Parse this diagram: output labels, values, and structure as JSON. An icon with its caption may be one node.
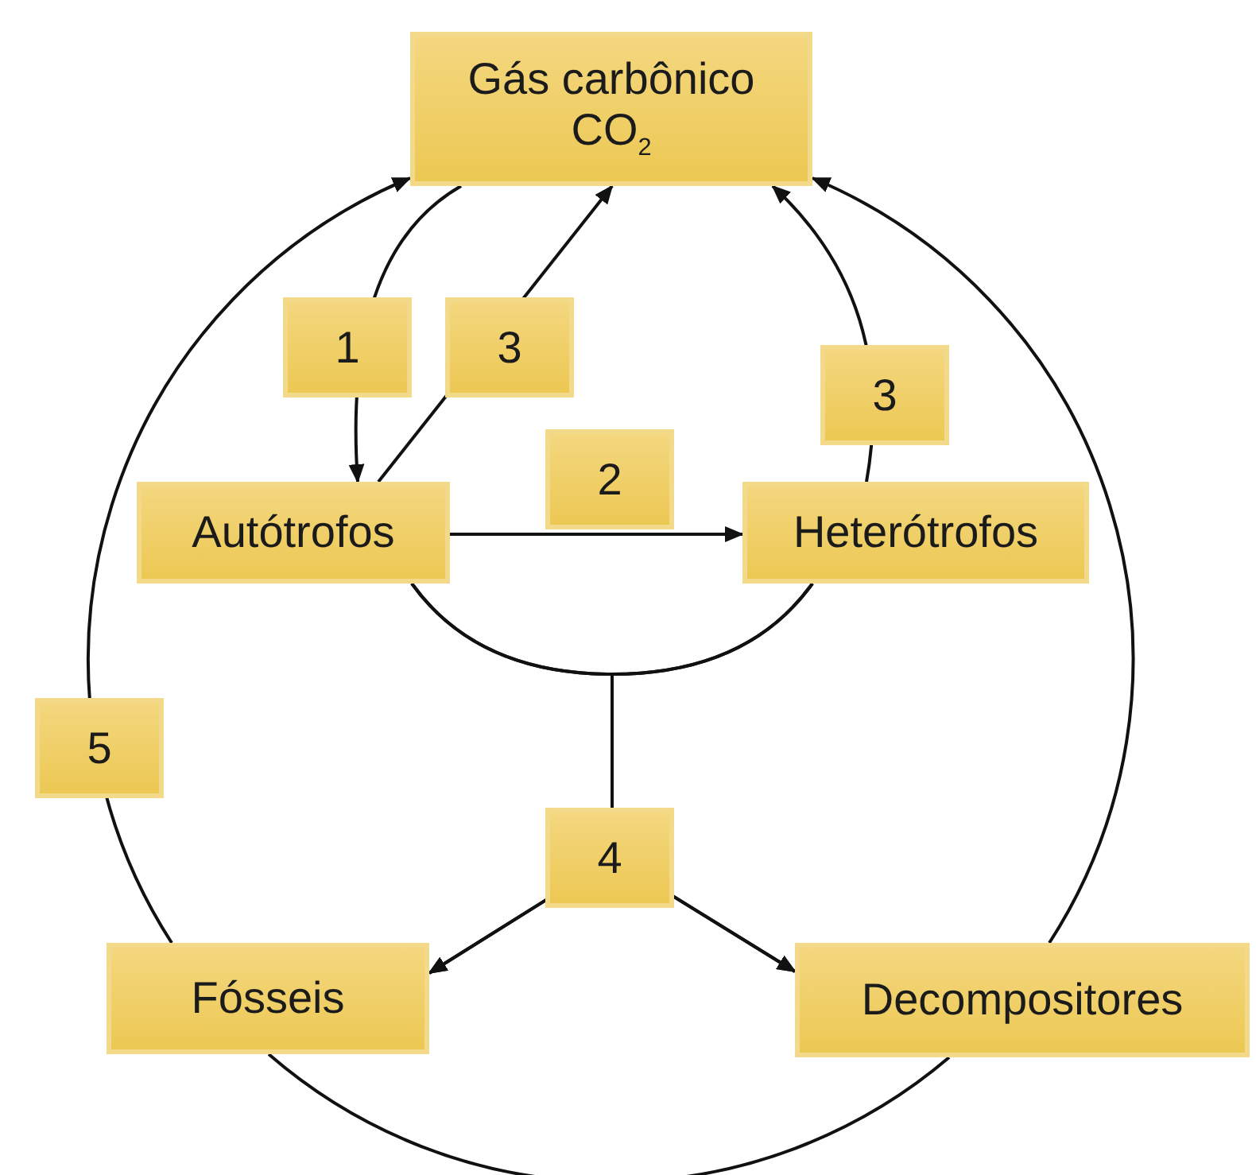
{
  "diagram": {
    "nodes": [
      {
        "text": [
          "Gás carbônico",
          "CO$_{2}$"
        ]
      },
      {
        "text": [
          "Autótrofos"
        ]
      },
      {
        "text": [
          "Heterótrofos"
        ]
      },
      {
        "text": [
          "Fósseis"
        ]
      },
      {
        "text": [
          "Decompositores"
        ]
      }
    ],
    "edges": [
      {
        "from": 0,
        "to": 1,
        "arrow": "to",
        "label": "1"
      },
      {
        "from": 1,
        "to": 0,
        "arrow": "to",
        "label": "3"
      },
      {
        "from": 1,
        "to": 2,
        "arrow": "to",
        "label": "2"
      },
      {
        "from": 2,
        "to": 0,
        "arrow": "to",
        "label": "3"
      },
      {
        "from": 1,
        "to": 3,
        "arrow": "to",
        "label": "4"
      },
      {
        "from": 1,
        "to": 4,
        "arrow": "to"
      },
      {
        "from": 2,
        "to": 3,
        "arrow": "to"
      },
      {
        "from": 2,
        "to": 4,
        "arrow": "to"
      },
      {
        "from": 3,
        "to": 0,
        "arrow": "to",
        "label": "5"
      },
      {
        "from": 4,
        "to": 0,
        "arrow": "to"
      },
      {
        "from": 3,
        "to": 4,
        "arrow": "none"
      }
    ]
  }
}
